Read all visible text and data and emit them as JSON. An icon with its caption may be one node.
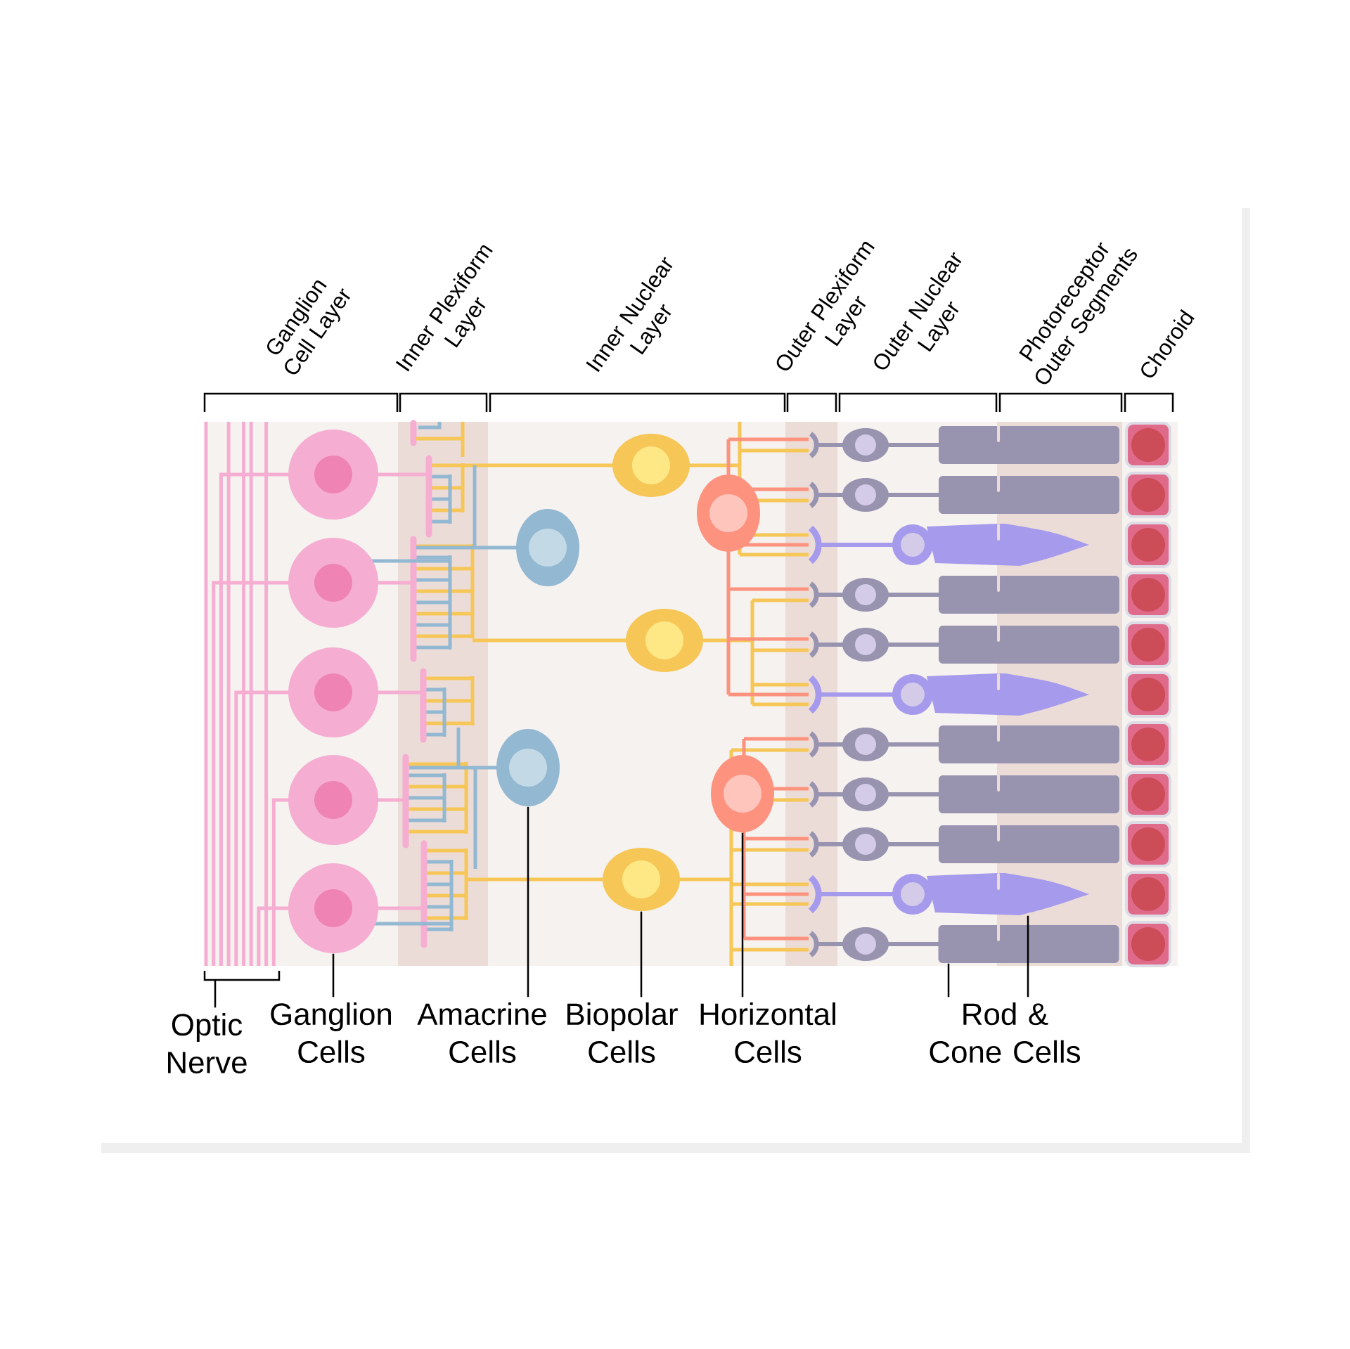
{
  "diagram": {
    "nodes": [
      {
        "text": [],
        "shape": "circle"
      },
      {
        "text": [],
        "shape": "ellipse"
      },
      {
        "text": [],
        "shape": "ellipse"
      },
      {
        "text": [],
        "shape": "ellipse"
      },
      {
        "text": [],
        "shape": "bar"
      },
      {
        "text": [],
        "shape": "cone"
      },
      {
        "text": [
          "Optic Nerve"
        ]
      },
      {
        "text": [
          "Ganglion Cells"
        ]
      },
      {
        "text": [
          "Amacrine Cells"
        ]
      },
      {
        "text": [
          "Biopolar Cells"
        ]
      },
      {
        "text": [
          "Horizontal Cells"
        ]
      },
      {
        "text": [
          "Rod & Cone Cells"
        ]
      }
    ],
    "edges": [
      {
        "from": 6,
        "to": null,
        "arrow": "none"
      },
      {
        "from": 7,
        "to": 0,
        "arrow": "none"
      },
      {
        "from": 8,
        "to": 1,
        "arrow": "none"
      },
      {
        "from": 9,
        "to": 2,
        "arrow": "none"
      },
      {
        "from": 10,
        "to": 3,
        "arrow": "none"
      },
      {
        "from": 11,
        "to": 4,
        "arrow": "none"
      },
      {
        "from": 11,
        "to": 5,
        "arrow": "none"
      }
    ],
    "labels": [
      "Ganglion Cell Layer",
      "Inner Plexiform Layer",
      "Inner Nuclear Layer",
      "Outer Plexiform Layer",
      "Outer Nuclear Layer",
      "Photoreceptor Outer Segments",
      "Choroid"
    ]
  }
}
